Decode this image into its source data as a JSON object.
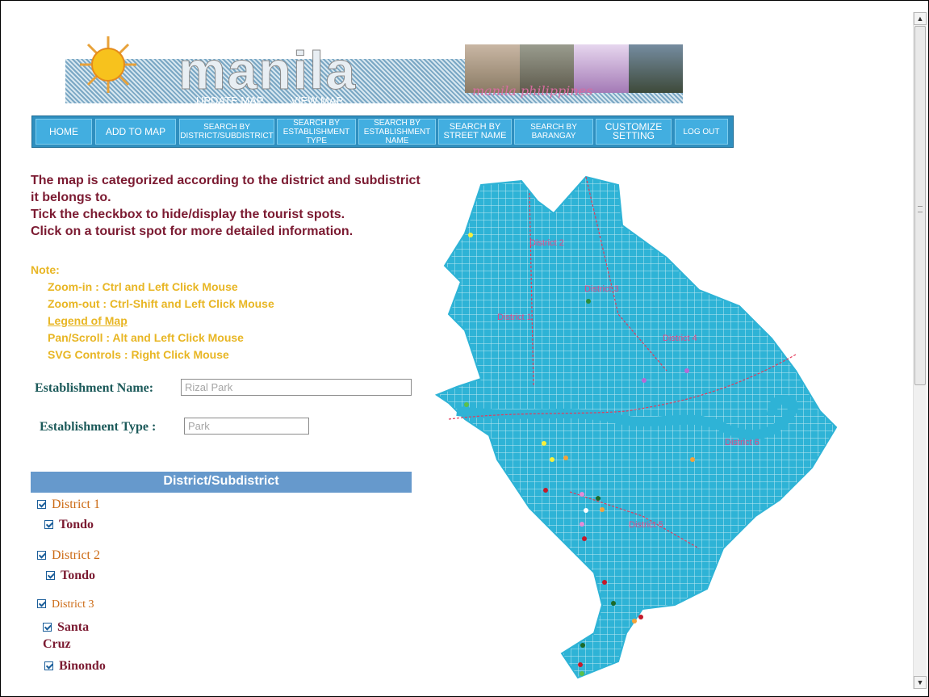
{
  "banner": {
    "logo_text": "manila",
    "links": [
      "UPDATE MAP",
      "VIEW MAP"
    ],
    "photo_caption": "manila philippines"
  },
  "nav": [
    {
      "label": "HOME"
    },
    {
      "label": "ADD TO MAP"
    },
    {
      "label": "SEARCH BY DISTRICT/SUBDISTRICT"
    },
    {
      "label": "SEARCH BY ESTABLISHMENT TYPE"
    },
    {
      "label": "SEARCH BY ESTABLISHMENT NAME"
    },
    {
      "label": "SEARCH BY STREET NAME"
    },
    {
      "label": "SEARCH BY BARANGAY"
    },
    {
      "label": "CUSTOMIZE SETTING"
    },
    {
      "label": "LOG OUT"
    }
  ],
  "intro": {
    "line1": "The map is categorized according to the district and subdistrict it belongs to.",
    "line2": "Tick the checkbox to hide/display the tourist spots.",
    "line3": "Click on a tourist spot for more detailed information."
  },
  "note": {
    "title": "Note:",
    "zoom_in": "Zoom-in : Ctrl and Left Click Mouse",
    "zoom_out": "Zoom-out : Ctrl-Shift and Left Click Mouse",
    "legend_link": "Legend of Map",
    "pan": "Pan/Scroll : Alt and Left Click Mouse",
    "svg": "SVG Controls : Right Click Mouse"
  },
  "form": {
    "establishment_name_label": "Establishment Name:",
    "establishment_name_value": "Rizal Park",
    "establishment_type_label": "Establishment Type :",
    "establishment_type_value": "Park"
  },
  "districts": {
    "header": "District/Subdistrict",
    "items": [
      {
        "name": "District 1",
        "subs": [
          "Tondo"
        ]
      },
      {
        "name": "District 2",
        "subs": [
          "Tondo"
        ]
      },
      {
        "name": "District 3",
        "subs": [
          "Santa Cruz",
          "Binondo"
        ]
      }
    ]
  },
  "map": {
    "district_labels": [
      "District 2",
      "District 3",
      "District 1",
      "District 4",
      "District 6",
      "District 5"
    ],
    "fill_color": "#2eb3d6",
    "boundary_color": "#e33a5a"
  }
}
